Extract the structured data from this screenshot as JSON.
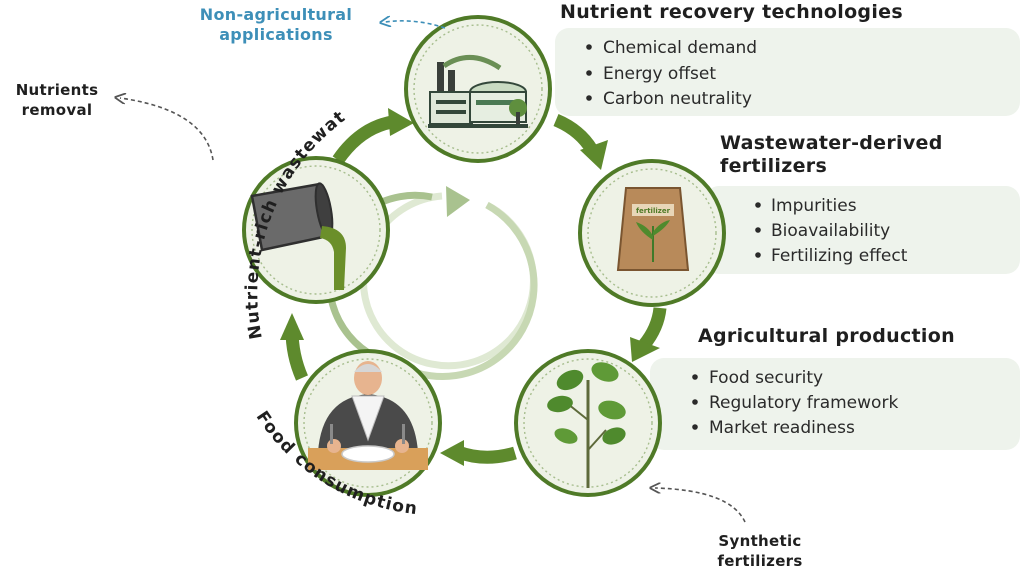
{
  "colors": {
    "arrow_green": "#5e8a2d",
    "circle_ring": "#4f7a27",
    "circle_fill": "#eef2e6",
    "panel_fill": "#eef3ec",
    "accent_blue": "#3d8fb8",
    "center_ring": "#a9c28f"
  },
  "sections": {
    "recovery": {
      "title": "Nutrient recovery technologies",
      "items": [
        "Chemical demand",
        "Energy offset",
        "Carbon neutrality"
      ]
    },
    "fertilizers": {
      "title_line1": "Wastewater-derived",
      "title_line2": "fertilizers",
      "items": [
        "Impurities",
        "Bioavailability",
        "Fertilizing effect"
      ]
    },
    "agriculture": {
      "title": "Agricultural production",
      "items": [
        "Food security",
        "Regulatory framework",
        "Market readiness"
      ]
    }
  },
  "side_labels": {
    "non_agri_line1": "Non-agricultural",
    "non_agri_line2": "applications",
    "removal_line1": "Nutrients",
    "removal_line2": "removal",
    "synthetic_line1": "Synthetic",
    "synthetic_line2": "fertilizers"
  },
  "arc_labels": {
    "wastewater": "Nutrient-rich wastewater",
    "food": "Food consumption"
  },
  "bag_label": "fertilizer",
  "icons": [
    "treatment-plant-icon",
    "fertilizer-bag-icon",
    "plant-seedling-icon",
    "dining-person-icon",
    "pouring-bucket-icon",
    "cycle-arrow-icon"
  ]
}
